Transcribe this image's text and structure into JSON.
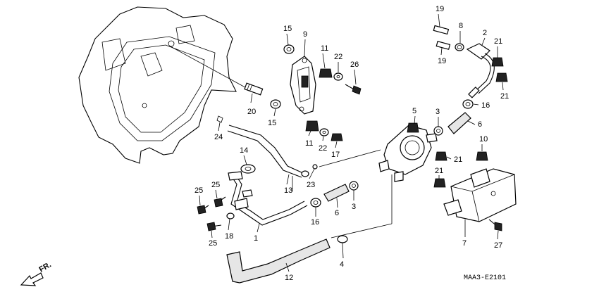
{
  "diagram_code": "MAA3-E2101",
  "direction_label": "FR.",
  "parts": [
    {
      "id": "p1",
      "num": "1"
    },
    {
      "id": "p2",
      "num": "2"
    },
    {
      "id": "p3a",
      "num": "3"
    },
    {
      "id": "p3b",
      "num": "3"
    },
    {
      "id": "p4",
      "num": "4"
    },
    {
      "id": "p5",
      "num": "5"
    },
    {
      "id": "p6a",
      "num": "6"
    },
    {
      "id": "p6b",
      "num": "6"
    },
    {
      "id": "p7",
      "num": "7"
    },
    {
      "id": "p8",
      "num": "8"
    },
    {
      "id": "p9",
      "num": "9"
    },
    {
      "id": "p10",
      "num": "10"
    },
    {
      "id": "p11a",
      "num": "11"
    },
    {
      "id": "p11b",
      "num": "11"
    },
    {
      "id": "p12",
      "num": "12"
    },
    {
      "id": "p13",
      "num": "13"
    },
    {
      "id": "p14",
      "num": "14"
    },
    {
      "id": "p15a",
      "num": "15"
    },
    {
      "id": "p15b",
      "num": "15"
    },
    {
      "id": "p16a",
      "num": "16"
    },
    {
      "id": "p16b",
      "num": "16"
    },
    {
      "id": "p17",
      "num": "17"
    },
    {
      "id": "p18",
      "num": "18"
    },
    {
      "id": "p19a",
      "num": "19"
    },
    {
      "id": "p19b",
      "num": "19"
    },
    {
      "id": "p20",
      "num": "20"
    },
    {
      "id": "p21a",
      "num": "21"
    },
    {
      "id": "p21b",
      "num": "21"
    },
    {
      "id": "p21c",
      "num": "21"
    },
    {
      "id": "p21d",
      "num": "21"
    },
    {
      "id": "p22a",
      "num": "22"
    },
    {
      "id": "p22b",
      "num": "22"
    },
    {
      "id": "p23",
      "num": "23"
    },
    {
      "id": "p24",
      "num": "24"
    },
    {
      "id": "p25a",
      "num": "25"
    },
    {
      "id": "p25b",
      "num": "25"
    },
    {
      "id": "p25c",
      "num": "25"
    },
    {
      "id": "p26",
      "num": "26"
    },
    {
      "id": "p27",
      "num": "27"
    }
  ]
}
